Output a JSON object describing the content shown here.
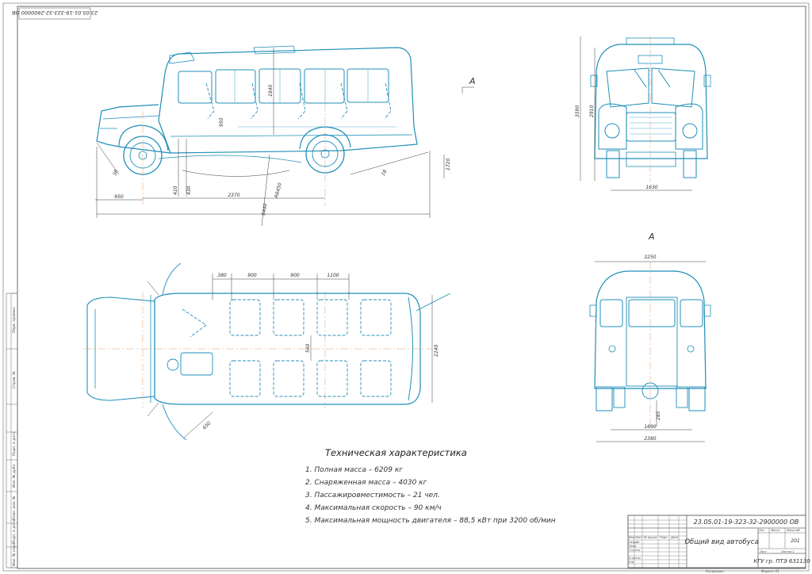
{
  "doc_code": "23.05.01-19-323-32-2900000 ОВ",
  "doc_code_rotated": "23.05.01-19-323-32-2900000 ОВ",
  "view_label": "А",
  "side_dims": {
    "d950": "950",
    "d2370": "2370",
    "d6440": "6440",
    "d1720": "1720",
    "d1840": "1840",
    "d950v": "950",
    "d410": "410",
    "d430": "430",
    "d18": "18",
    "d36": "36",
    "r8450": "R8450"
  },
  "front_dims": {
    "d3590": "3590",
    "d2910": "2910",
    "d1630": "1630"
  },
  "plan_dims": {
    "d380": "380",
    "d900a": "900",
    "d900b": "900",
    "d1100": "1100",
    "d560": "560",
    "d2240": "2240",
    "d650": "650"
  },
  "rear_dims": {
    "d2250": "2250",
    "d285": "285",
    "d1690": "1690",
    "d2380": "2380"
  },
  "spec": {
    "title": "Техническая характеристика",
    "items": [
      "1. Полная масса – 6209 кг",
      "2. Снаряженная масса – 4030 кг",
      "3. Пассажировместимость –   21 чел.",
      "4. Максимальная скорость –   90 км/ч",
      "5. Максимальная мощность двигателя – 88,5 кВт при 3200 об/мин"
    ]
  },
  "title_block": {
    "code": "23.05.01-19-323-32-2900000 ОВ",
    "name": "Общий вид автобуса",
    "org": "КГУ гр. ПТЭ 631130",
    "sheet": "201",
    "small_cells": [
      "Лит.",
      "Масса",
      "Масштаб",
      "Лист",
      "Листов 1"
    ],
    "left_cells": [
      "Изм.",
      "Лист",
      "№ докум.",
      "Подп.",
      "Дата",
      "Разраб.",
      "Пров.",
      "Т.контр.",
      "Н.контр.",
      "Утв."
    ],
    "bottom_left": "Копировал",
    "bottom_right": "Формат А1"
  },
  "side_stamp": [
    "Перв. примен.",
    "Справ. №",
    "Подп. и дата",
    "Инв. № дубл.",
    "Взам. инв. №",
    "Подп. и дата",
    "Инв. № подл."
  ]
}
